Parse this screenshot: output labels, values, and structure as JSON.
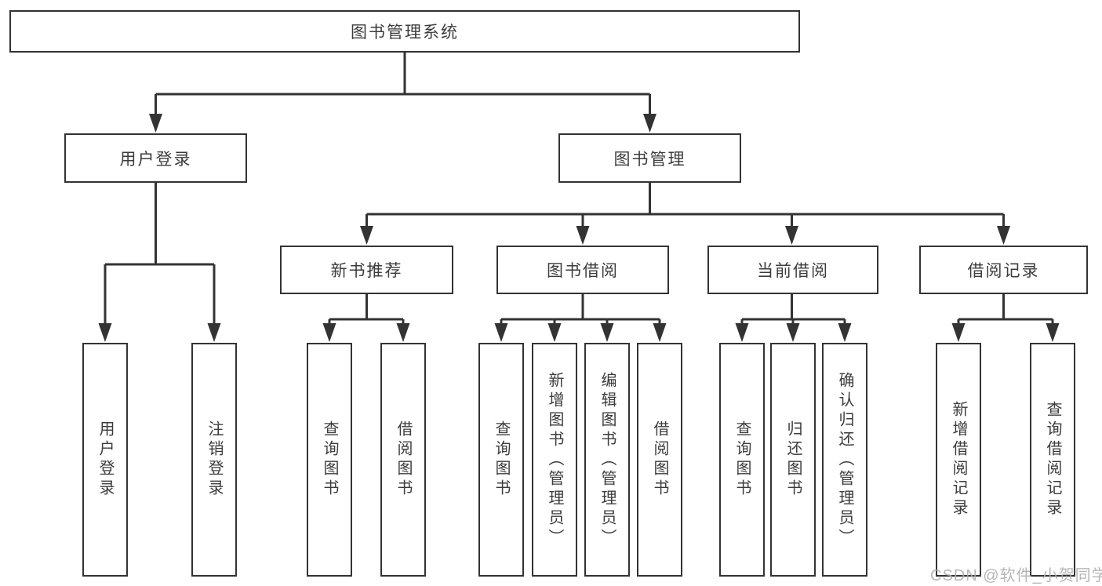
{
  "tree": {
    "root": {
      "label": "图书管理系统"
    },
    "children": [
      {
        "label": "用户登录",
        "children": [
          {
            "label": "用户登录"
          },
          {
            "label": "注销登录"
          }
        ]
      },
      {
        "label": "图书管理",
        "children": [
          {
            "label": "新书推荐",
            "children": [
              {
                "label": "查询图书"
              },
              {
                "label": "借阅图书"
              }
            ]
          },
          {
            "label": "图书借阅",
            "children": [
              {
                "label": "查询图书"
              },
              {
                "label": "新增图书（管理员）"
              },
              {
                "label": "编辑图书（管理员）"
              },
              {
                "label": "借阅图书"
              }
            ]
          },
          {
            "label": "当前借阅",
            "children": [
              {
                "label": "查询图书"
              },
              {
                "label": "归还图书"
              },
              {
                "label": "确认归还（管理员）"
              }
            ]
          },
          {
            "label": "借阅记录",
            "children": [
              {
                "label": "新增借阅记录"
              },
              {
                "label": "查询借阅记录"
              }
            ]
          }
        ]
      }
    ]
  },
  "watermark": {
    "text": "CSDN @软件_小贺同学"
  },
  "colors": {
    "line": "#333333",
    "box_border": "#333333",
    "text": "#3c3c3c",
    "watermark": "#adadad",
    "background": "#ffffff"
  }
}
